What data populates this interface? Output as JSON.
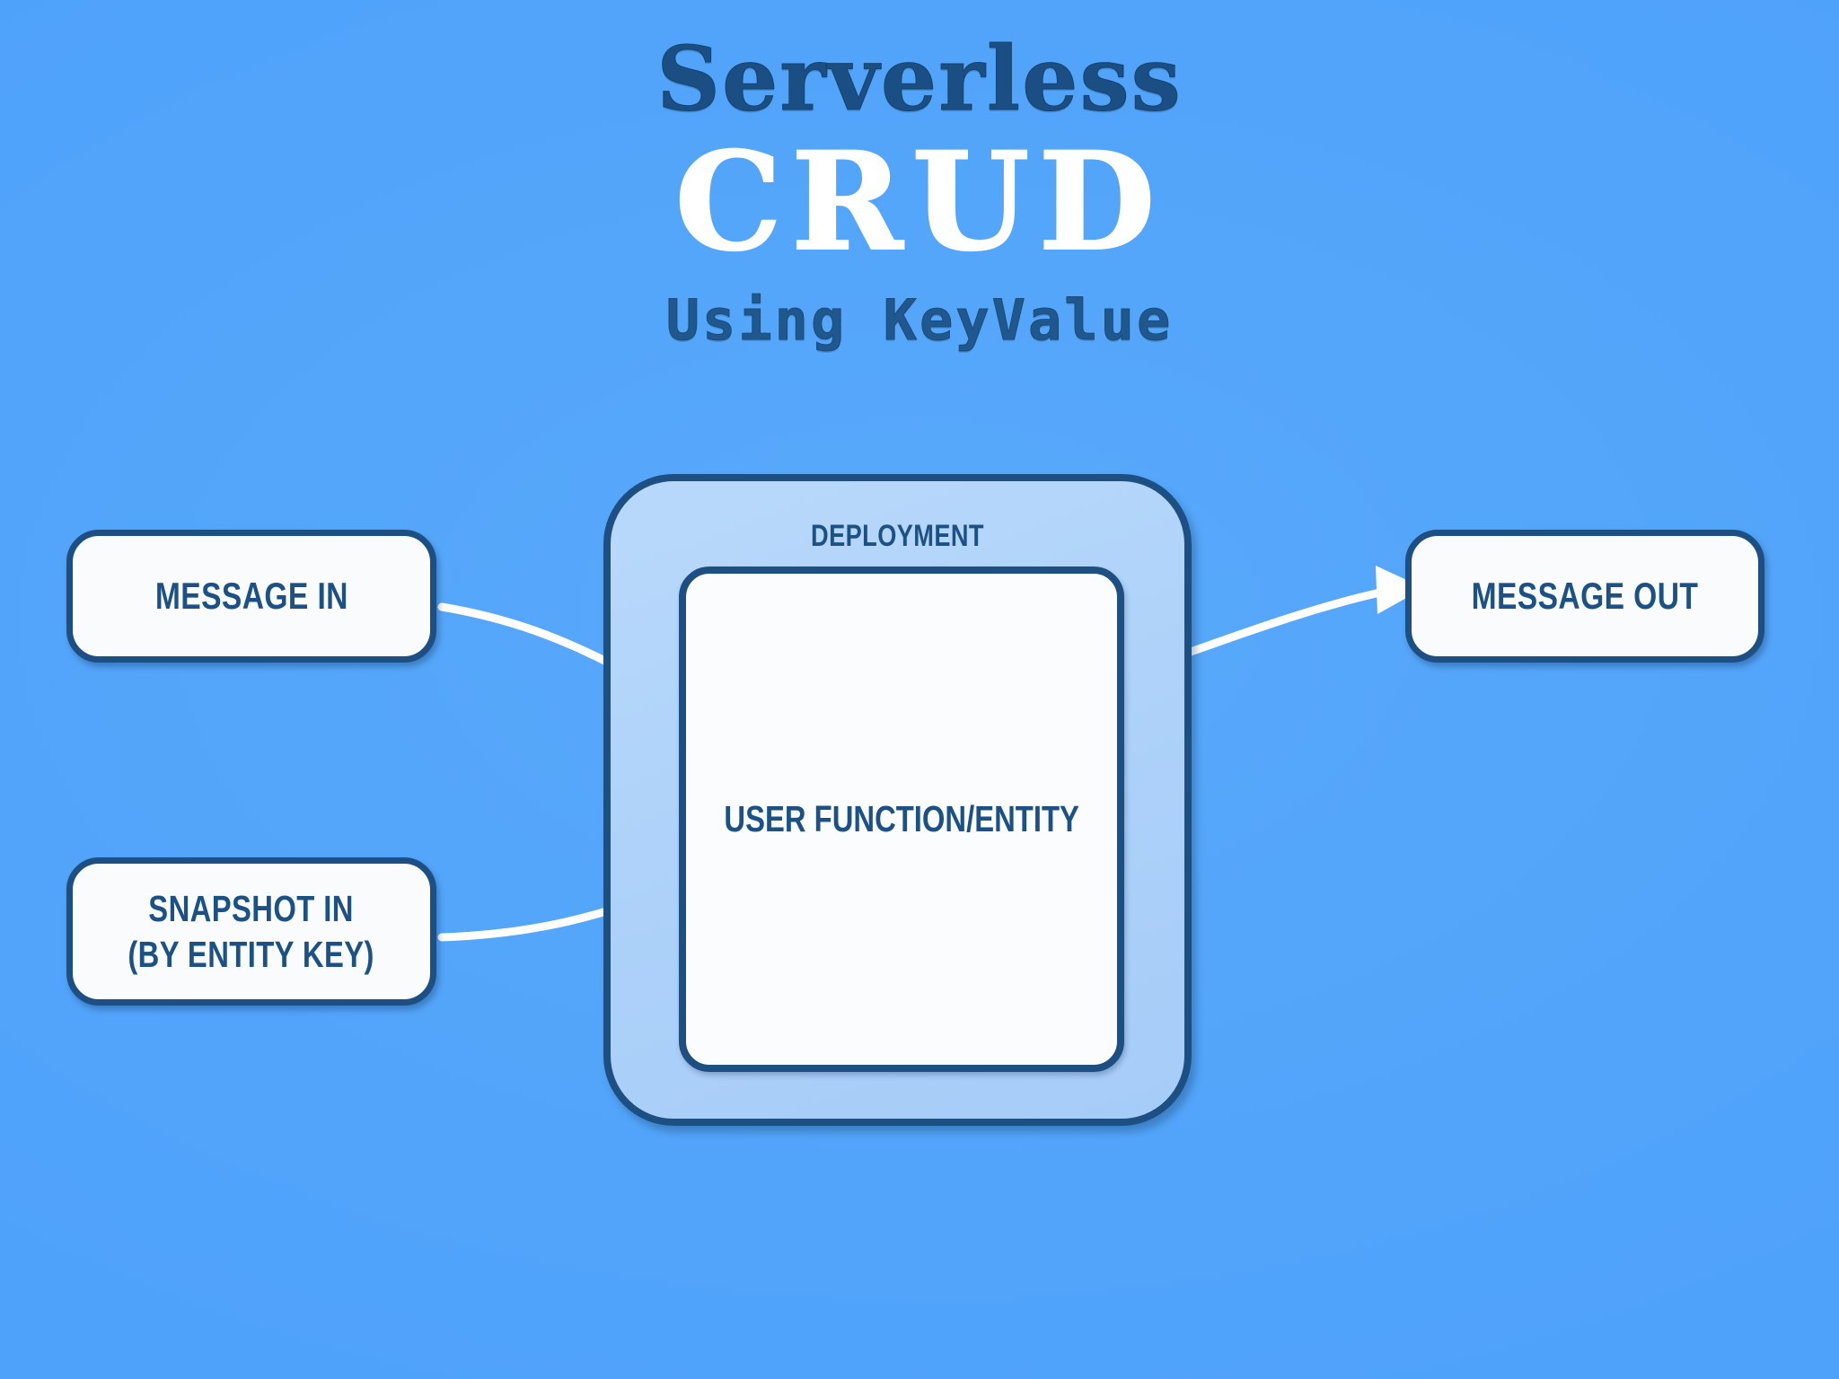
{
  "title": {
    "line1": "Serverless",
    "line2": "CRUD",
    "line3": "Using KeyValue"
  },
  "nodes": {
    "message_in": {
      "label": "MESSAGE IN"
    },
    "snapshot_in": {
      "line1": "SNAPSHOT IN",
      "line2": "(BY ENTITY KEY)"
    },
    "message_out": {
      "label": "MESSAGE OUT"
    },
    "deployment": {
      "label": "DEPLOYMENT"
    },
    "user_function": {
      "label": "USER FUNCTION/ENTITY"
    }
  },
  "arrows": [
    {
      "name": "message-in-to-function",
      "from": "MESSAGE IN",
      "to": "USER FUNCTION/ENTITY"
    },
    {
      "name": "snapshot-in-to-function",
      "from": "SNAPSHOT IN (BY ENTITY KEY)",
      "to": "USER FUNCTION/ENTITY"
    },
    {
      "name": "function-to-message-out",
      "from": "USER FUNCTION/ENTITY",
      "to": "MESSAGE OUT"
    }
  ],
  "colors": {
    "background": "#4FA3FA",
    "border_navy": "#1E4F82",
    "text_navy": "#1C5186",
    "title_navy": "#1B4E82",
    "container_fill": "#AED2F9",
    "node_fill": "#FAFBFC",
    "arrow_white": "#FFFFFF"
  }
}
